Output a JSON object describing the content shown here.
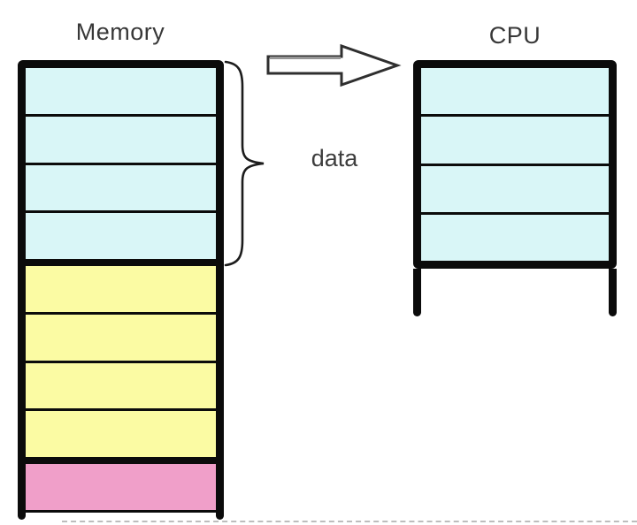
{
  "memory": {
    "label": "Memory",
    "sections": [
      {
        "id": "memory-top-section",
        "color": "#d9f6f7",
        "rows": 4
      },
      {
        "id": "memory-middle-section",
        "color": "#fbfba3",
        "rows": 4
      },
      {
        "id": "memory-bottom-section",
        "color": "#f09fc9",
        "rows": 1
      }
    ]
  },
  "cpu": {
    "label": "CPU",
    "sections": [
      {
        "id": "cpu-section",
        "color": "#d9f6f7",
        "rows": 4
      }
    ]
  },
  "annotation": {
    "brace_label": "data"
  },
  "colors": {
    "outline": "#0b0b0b",
    "cyan_cell": "#d9f6f7",
    "yellow_cell": "#fbfba3",
    "pink_cell": "#f09fc9",
    "text": "#383838"
  }
}
